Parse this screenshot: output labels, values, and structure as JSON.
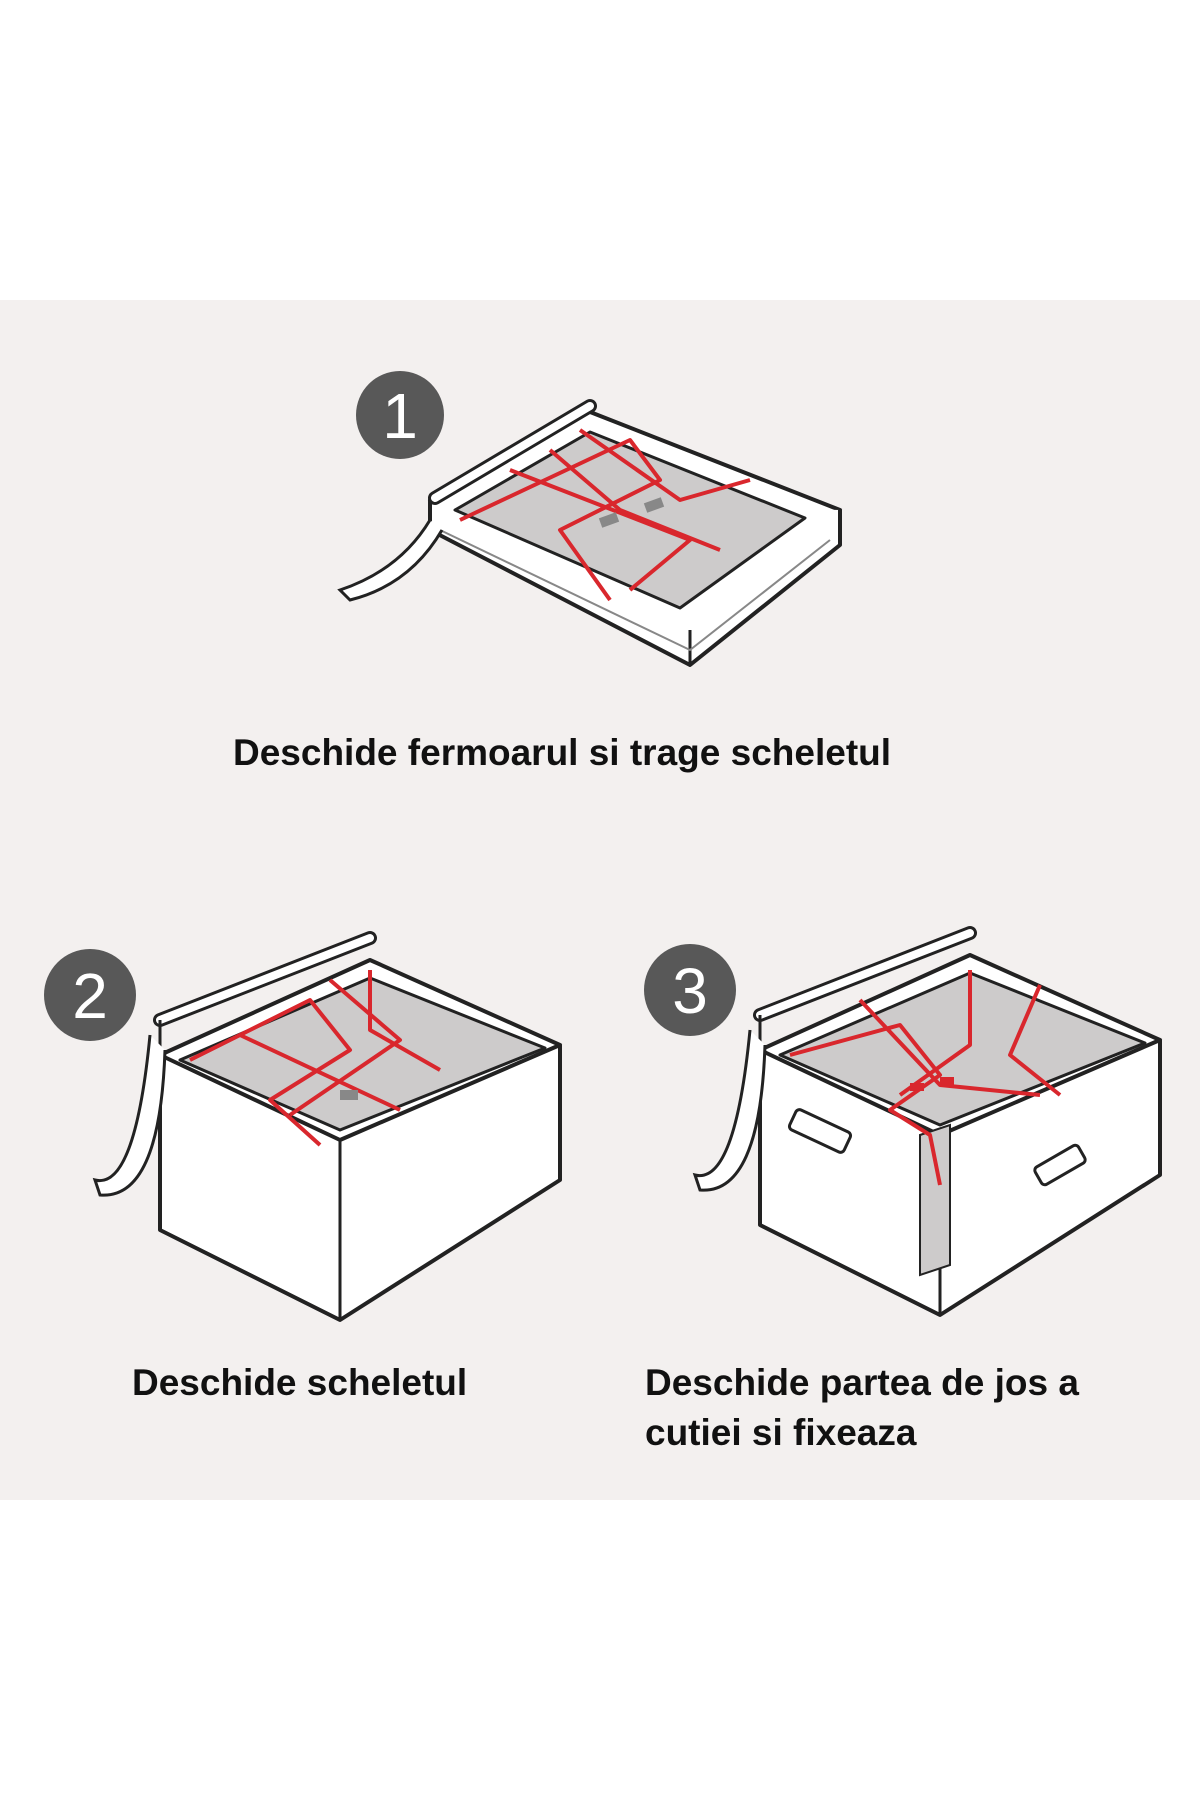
{
  "steps": [
    {
      "number": "1",
      "caption": "Deschide fermoarul si trage scheletul"
    },
    {
      "number": "2",
      "caption": "Deschide scheletul"
    },
    {
      "number": "3",
      "caption_lines": [
        "Deschide partea de jos a",
        "cutiei si fixeaza"
      ]
    }
  ],
  "colors": {
    "panel_background": "#f3f0ef",
    "page_background": "#ffffff",
    "badge": "#585858",
    "frame_red": "#d9272d",
    "outline": "#222222",
    "window_gray": "#cdcbcb"
  }
}
